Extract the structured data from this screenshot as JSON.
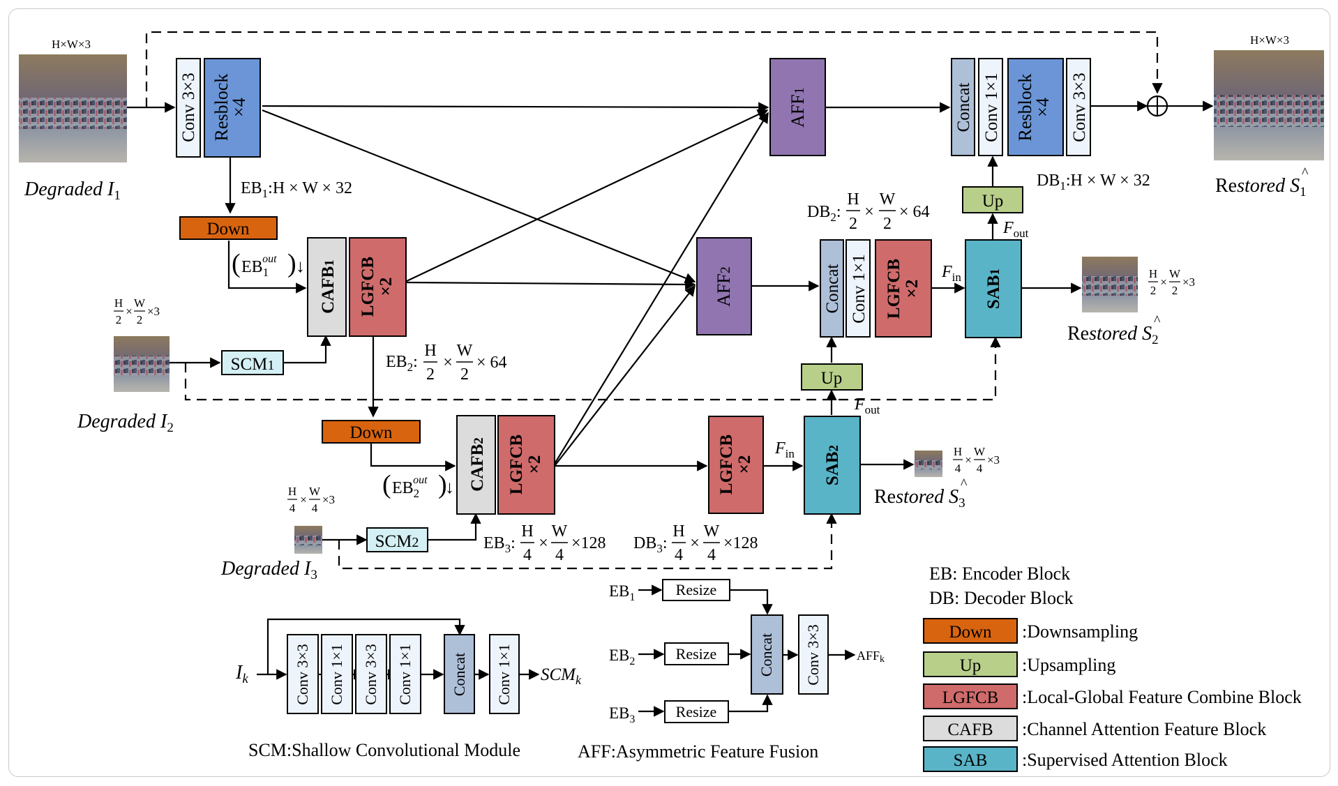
{
  "colors": {
    "resblock": "#6b95d6",
    "down": "#d9640f",
    "up": "#b8cf8a",
    "lgfcb": "#cf6b6b",
    "cafb": "#dcdcdc",
    "sab": "#5ab4c8",
    "aff": "#9075b0",
    "concat": "#aebfd8",
    "scm": "#d4f0f4",
    "plain": "#eef4fb"
  },
  "icons": {
    "plus": "circled-plus-icon"
  },
  "blocks": {
    "conv3x3_top": "Conv 3×3",
    "resblock_top": "Resblock",
    "resblock_x4": "×4",
    "down": "Down",
    "cafb1": "CAFB",
    "cafb1_sub": "1",
    "lgfcb": "LGFCB",
    "x2": "×2",
    "scm1": "SCM",
    "scm1_sub": "1",
    "cafb2": "CAFB",
    "cafb2_sub": "2",
    "scm2": "SCM",
    "scm2_sub": "2",
    "aff1": "AFF",
    "aff1_sub": "1",
    "aff2": "AFF",
    "aff2_sub": "2",
    "concat": "Concat",
    "conv1x1": "Conv 1×1",
    "conv3x3": "Conv 3×3",
    "up": "Up",
    "sab1": "SAB",
    "sab1_sub": "1",
    "sab2": "SAB",
    "sab2_sub": "2",
    "resize": "Resize"
  },
  "labels": {
    "hw3": "H×W×3",
    "degraded1": "Degraded ",
    "I": "I",
    "sub1": "1",
    "sub2": "2",
    "sub3": "3",
    "eb1": "EB",
    "eb1_dims": ":H × W × 32",
    "db1": "DB",
    "db1_dims": ":H × W × 32",
    "eb1out_base": "EB",
    "out": "out",
    "down_arrow": "↓",
    "eb2": "EB",
    "eb3": "EB",
    "db2": "DB",
    "db3": "DB",
    "h": "H",
    "w": "W",
    "two": "2",
    "four": "4",
    "times": "×",
    "colon": ":",
    "x3": "×3",
    "x64": "× 64",
    "x128": "×128",
    "restored_re": "Re",
    "restored_stored": "stored ",
    "S": "S",
    "F": "F",
    "in": "in",
    "outsub": "out",
    "Ik": "I",
    "k": "k",
    "SCMk": "SCM",
    "affk": "AFF",
    "affk_sub": "k"
  },
  "captions": {
    "scm": "SCM:Shallow Convolutional Module",
    "aff": "AFF:Asymmetric  Feature Fusion"
  },
  "legend": {
    "eb": "EB: Encoder Block",
    "db": "DB: Decoder Block",
    "items": [
      {
        "box": "Down",
        "desc": ":Downsampling"
      },
      {
        "box": "Up",
        "desc": ":Upsampling"
      },
      {
        "box": "LGFCB",
        "desc": ":Local-Global Feature Combine Block"
      },
      {
        "box": "CAFB",
        "desc": ":Channel Attention Feature Block"
      },
      {
        "box": "SAB",
        "desc": ":Supervised Attention Block"
      }
    ]
  }
}
